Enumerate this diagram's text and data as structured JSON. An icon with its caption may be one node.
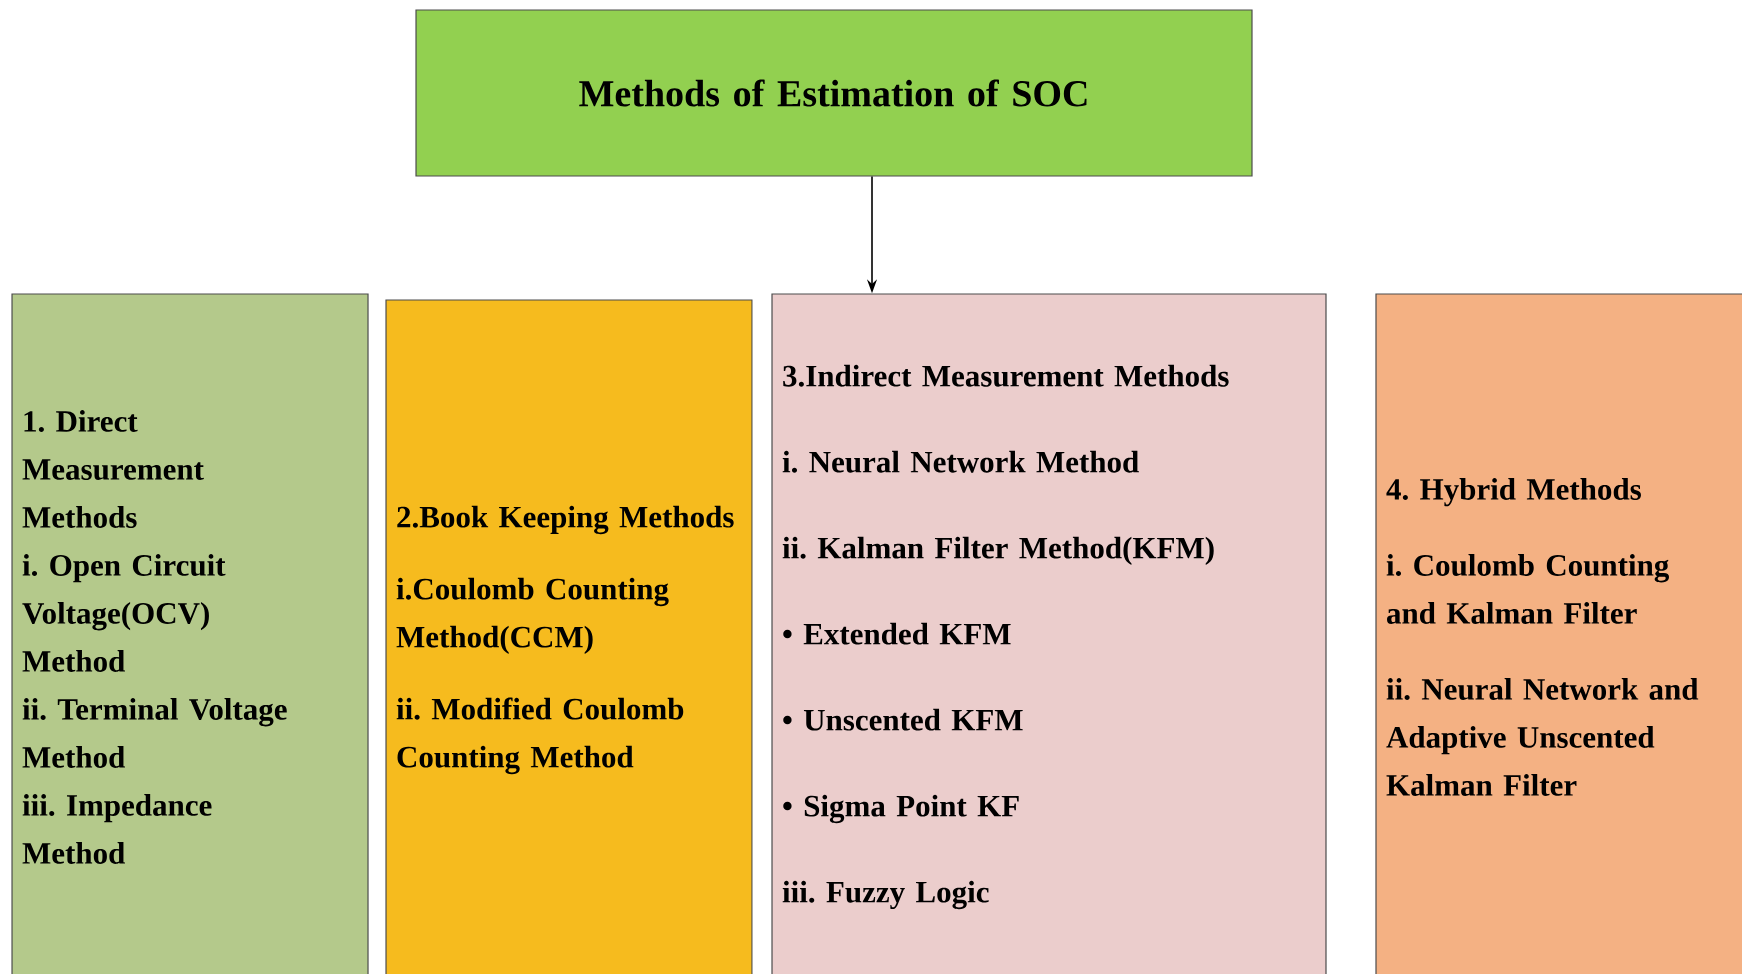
{
  "diagram": {
    "nodes": [
      {
        "text": [
          "Methods of Estimation of SOC"
        ]
      },
      {
        "text": [
          "1. Direct Measurement Methods",
          "i. Open Circuit Voltage(OCV) Method",
          "ii. Terminal Voltage Method",
          "iii. Impedance Method"
        ]
      },
      {
        "text": [
          "2.Book Keeping Methods",
          "i.Coulomb Counting Method(CCM)",
          "ii. Modified Coulomb Counting Method"
        ]
      },
      {
        "text": [
          "3.Indirect Measurement Methods",
          "i. Neural Network Method",
          "ii. Kalman Filter Method(KFM)",
          "• Extended KFM",
          "• Unscented KFM",
          "• Sigma Point KF",
          "iii. Fuzzy Logic"
        ]
      },
      {
        "text": [
          "4. Hybrid Methods",
          "i. Coulomb Counting and Kalman Filter",
          "ii. Neural Network and Adaptive Unscented Kalman Filter"
        ]
      }
    ],
    "edges": [
      {
        "from": 0,
        "to": 3,
        "arrow": "to"
      }
    ]
  }
}
